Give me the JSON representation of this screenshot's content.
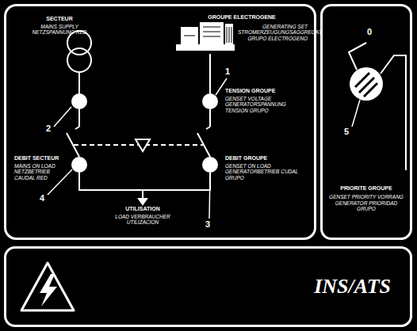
{
  "diagram": {
    "nodes": [
      {
        "text": [
          "PRIORITE GROUPE",
          "GENSET PRIORITY VORRANG GENERATOR PRIORIDAD GRUPO"
        ]
      },
      {
        "text": [
          "INS/ATS"
        ]
      }
    ],
    "labels": [
      "SECTEUR",
      "MAINS SUPPLY NETZSPANNUNG RED",
      "GROUPE ELECTROGENE",
      "GENERATING SET STROMERZEUGUNGSAGGREGAT GRUPO ELECTROGENO",
      "1",
      "TENSION GROUPE",
      "GENSET VOLTAGE GENERATORSPANNUNG TENSION GRUPO",
      "2",
      "DEBIT SECTEUR",
      "MAINS ON LOAD NETZBETRIEB CAUDAL RED",
      "4",
      "DEBIT GROUPE",
      "GENSET ON LOAD GENERATORBETRIEB CUDAL GRUPO",
      "3",
      "UTILISATION",
      "LOAD VERBRAUCHER UTILIZACION",
      "0",
      "5"
    ]
  }
}
